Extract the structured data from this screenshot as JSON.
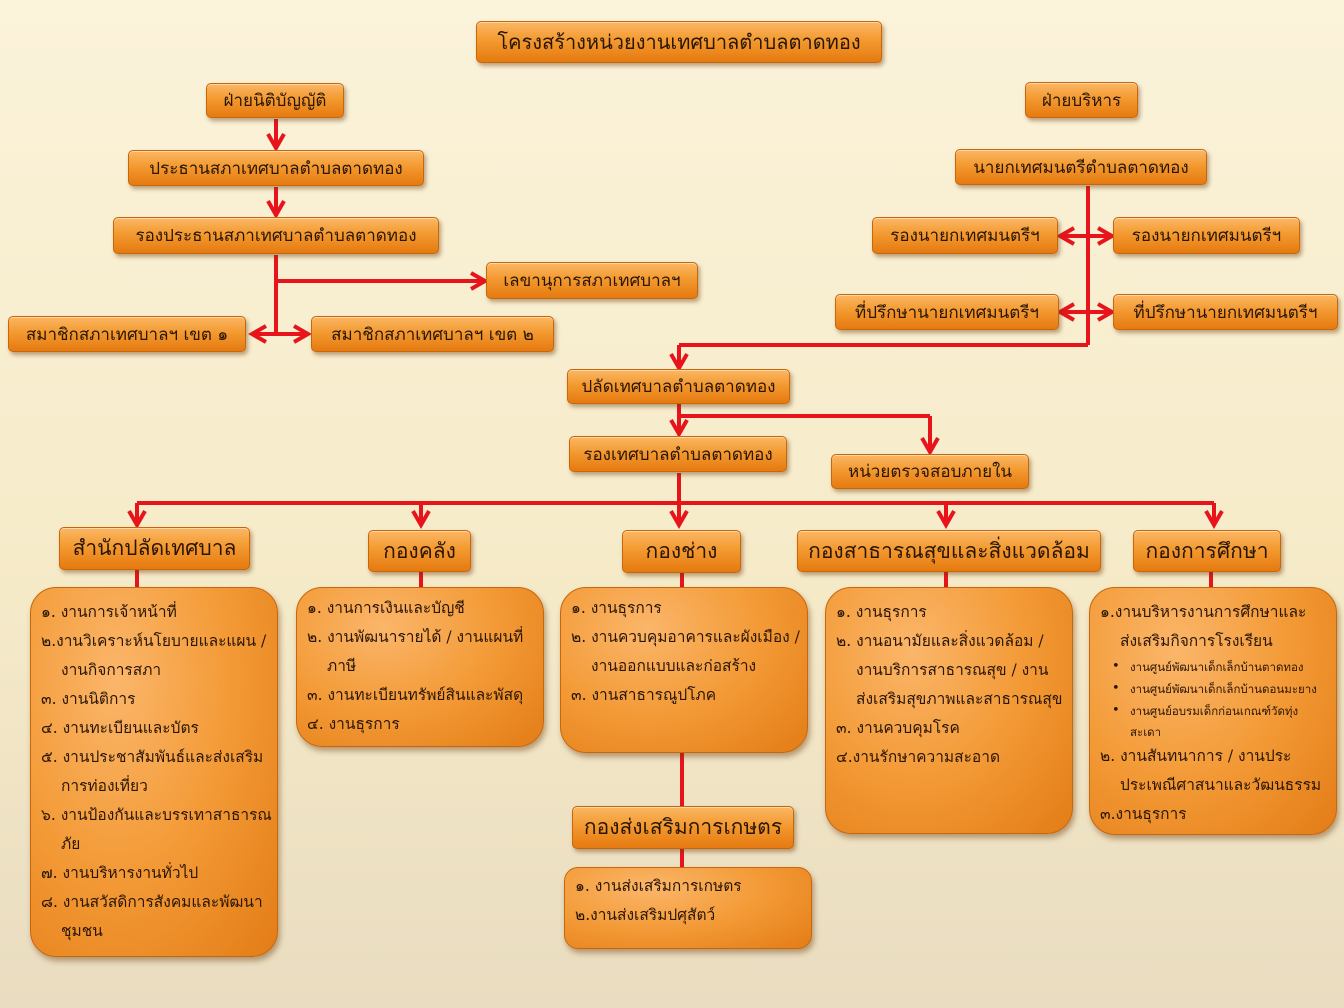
{
  "title": "โครงสร้างหน่วยงานเทศบาลตำบลตาดทอง",
  "legislative": {
    "head": "ฝ่ายนิติบัญญัติ",
    "chairman": "ประธานสภาเทศบาลตำบลตาดทอง",
    "vice_chairman": "รองประธานสภาเทศบาลตำบลตาดทอง",
    "secretary": "เลขานุการสภาเทศบาลฯ",
    "member_1": "สมาชิกสภาเทศบาลฯ เขต ๑",
    "member_2": "สมาชิกสภาเทศบาลฯ เขต ๒"
  },
  "executive": {
    "head": "ฝ่ายบริหาร",
    "mayor": "นายกเทศมนตรีตำบลตาดทอง",
    "deputy_1": "รองนายกเทศมนตรีฯ",
    "deputy_2": "รองนายกเทศมนตรีฯ",
    "advisor_1": "ที่ปรึกษานายกเทศมนตรีฯ",
    "advisor_2": "ที่ปรึกษานายกเทศมนตรีฯ"
  },
  "administration": {
    "clerk": "ปลัดเทศบาลตำบลตาดทอง",
    "deputy_clerk": "รองเทศบาลตำบลตาดทอง",
    "audit": "หน่วยตรวจสอบภายใน"
  },
  "divisions": {
    "office": {
      "label": "สำนักปลัดเทศบาล",
      "items": [
        "๑. งานการเจ้าหน้าที่",
        "๒.งานวิเคราะห์นโยบายและแผน /",
        "งานกิจการสภา",
        "๓. งานนิติการ",
        "๔. งานทะเบียนและบัตร",
        "๕. งานประชาสัมพันธ์และส่งเสริม",
        "การท่องเที่ยว",
        "๖. งานป้องกันและบรรเทาสาธารณ",
        "ภัย",
        "๗. งานบริหารงานทั่วไป",
        "๘. งานสวัสดิการสังคมและพัฒนา",
        "ชุมชน"
      ]
    },
    "finance": {
      "label": "กองคลัง",
      "items": [
        "๑. งานการเงินและบัญชี",
        "๒. งานพัฒนารายได้ / งานแผนที่",
        "ภาษี",
        "๓. งานทะเบียนทรัพย์สินและพัสดุ",
        "๔. งานธุรการ"
      ]
    },
    "engineering": {
      "label": "กองช่าง",
      "items": [
        "๑. งานธุรการ",
        "๒. งานควบคุมอาคารและผังเมือง /",
        "งานออกแบบและก่อสร้าง",
        "๓. งานสาธารณูปโภค"
      ]
    },
    "agriculture": {
      "label": "กองส่งเสริมการเกษตร",
      "items": [
        "๑. งานส่งเสริมการเกษตร",
        "๒.งานส่งเสริมปศุสัตว์"
      ]
    },
    "health": {
      "label": "กองสาธารณสุขและสิ่งแวดล้อม",
      "items": [
        "๑. งานธุรการ",
        "๒. งานอนามัยและสิ่งแวดล้อม /",
        "งานบริการสาธารณสุข / งาน",
        "ส่งเสริมสุขภาพและสาธารณสุข",
        "๓. งานควบคุมโรค",
        "๔.งานรักษาความสะอาด"
      ]
    },
    "education": {
      "label": "กองการศึกษา",
      "items": [
        "๑.งานบริหารงานการศึกษาและ",
        "ส่งเสริมกิจการโรงเรียน"
      ],
      "bullets": [
        "งานศูนย์พัฒนาเด็กเล็กบ้านตาดทอง",
        "งานศูนย์พัฒนาเด็กเล็กบ้านดอนมะยาง",
        "งานศูนย์อบรมเด็กก่อนเกณฑ์วัดทุ่ง",
        "สะเดา"
      ],
      "items_after": [
        "๒. งานสันทนาการ / งานประ",
        "ประเพณีศาสนาและวัฒนธรรม",
        "๓.งานธุรการ"
      ]
    }
  },
  "colors": {
    "box": "#f39a30",
    "line": "#e8141c",
    "text": "#2a1606"
  }
}
